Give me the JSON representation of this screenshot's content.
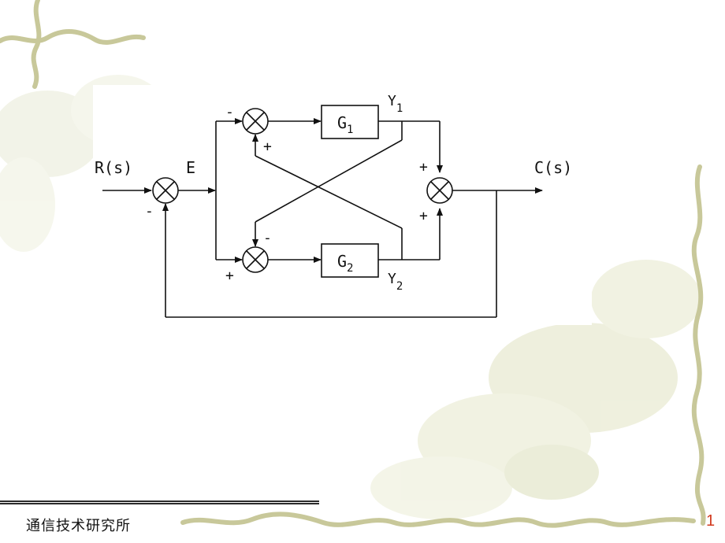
{
  "diagram": {
    "input_label": "R(s)",
    "error_label": "E",
    "output_label": "C(s)",
    "block_1": {
      "name": "G",
      "subscript": "1"
    },
    "block_2": {
      "name": "G",
      "subscript": "2"
    },
    "output_1": {
      "name": "Y",
      "subscript": "1"
    },
    "output_2": {
      "name": "Y",
      "subscript": "2"
    },
    "signs": {
      "main_sum_bottom": "-",
      "top_sum_left": "-",
      "top_sum_bottom": "+",
      "bottom_sum_top": "-",
      "bottom_sum_left": "+",
      "output_sum_top": "+",
      "output_sum_bottom": "+"
    }
  },
  "footer": {
    "organization": "通信技术研究所",
    "page_number": "1"
  },
  "colors": {
    "vine": "#c8c89a",
    "blossom": "#e6e8cf",
    "page_number": "#d23a1e"
  }
}
